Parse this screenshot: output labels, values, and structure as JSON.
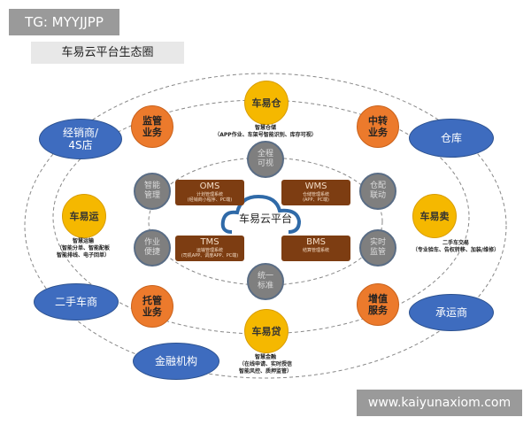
{
  "tag": "TG: MYYJJPP",
  "title": "车易云平台生态圈",
  "watermark": "www.kaiyunaxiom.com",
  "center": "车易云平台",
  "products": [
    {
      "label": "车易仓",
      "caption1": "智慧仓储",
      "caption2": "（APP作业、车架号智能识别、库存可视）"
    },
    {
      "label": "车易运",
      "caption1": "智慧运输",
      "caption2": "（智能分单、智能配板",
      "caption3": "智能排线、电子回单）"
    },
    {
      "label": "车易卖",
      "caption1": "二手车交易",
      "caption2": "（专业验车、告权转移、加装/维修）"
    },
    {
      "label": "车易贷",
      "caption1": "智慧金融",
      "caption2": "（在线申请、实时授信",
      "caption3": "智能风控、质押监管）"
    }
  ],
  "services": [
    {
      "l1": "监管",
      "l2": "业务"
    },
    {
      "l1": "中转",
      "l2": "业务"
    },
    {
      "l1": "托管",
      "l2": "业务"
    },
    {
      "l1": "增值",
      "l2": "服务"
    }
  ],
  "features": [
    {
      "l1": "全程",
      "l2": "可视"
    },
    {
      "l1": "智能",
      "l2": "管理"
    },
    {
      "l1": "仓配",
      "l2": "联动"
    },
    {
      "l1": "作业",
      "l2": "便捷"
    },
    {
      "l1": "实时",
      "l2": "监管"
    },
    {
      "l1": "统一",
      "l2": "标准"
    }
  ],
  "partners": [
    "经销商/",
    "4S店",
    "仓库",
    "二手车商",
    "承运商",
    "金融机构"
  ],
  "systems": [
    {
      "name": "OMS",
      "desc": "计划管理系统",
      "sub": "(经销商小程序、PC端)"
    },
    {
      "name": "WMS",
      "desc": "仓储管理系统",
      "sub": "(APP、PC端)"
    },
    {
      "name": "TMS",
      "desc": "运输管理系统",
      "sub": "(司机APP、调度APP、PC端)"
    },
    {
      "name": "BMS",
      "desc": "结算管理系统",
      "sub": ""
    }
  ],
  "colors": {
    "product": "#f5b800",
    "service": "#ec7a2c",
    "feature": "#7f7f7f",
    "partner": "#3e6cbf",
    "system": "#7d3d12",
    "cloud": "#2f6aa8"
  }
}
